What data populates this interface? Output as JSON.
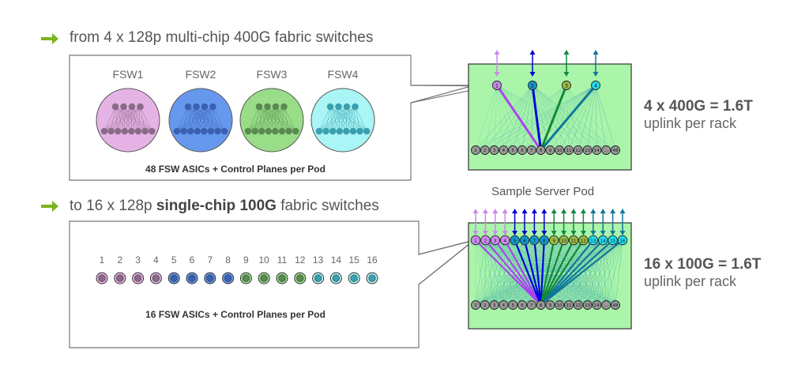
{
  "top": {
    "heading": "from 4 x 128p multi-chip 400G fabric switches",
    "fsw_labels": [
      "FSW1",
      "FSW2",
      "FSW3",
      "FSW4"
    ],
    "fsw_colors": [
      "#e6b3e6",
      "#6699ee",
      "#99dd88",
      "#aaf5f5"
    ],
    "fsw_inner_colors": [
      "#8a6a88",
      "#3b60b0",
      "#5a8a50",
      "#3aa0b0"
    ],
    "caption": "48 FSW ASICs + Control Planes per Pod",
    "uplink_eq": "4 x 400G = 1.6T",
    "uplink_sub": "uplink per rack",
    "pod": {
      "fabric_nodes": [
        "1",
        "2",
        "3",
        "4"
      ],
      "fabric_colors": [
        "#cc88ee",
        "#1199cc",
        "#99bb44",
        "#22ddee"
      ],
      "uplink_colors": [
        "#cc88ee",
        "#0000cc",
        "#118844",
        "#117799"
      ],
      "rack_nodes": [
        "1",
        "2",
        "3",
        "4",
        "5",
        "6",
        "7",
        "8",
        "9",
        "10",
        "11",
        "12",
        "13",
        "14",
        "...",
        "48"
      ]
    }
  },
  "bottom": {
    "heading_pre": "to 16 x 128p ",
    "heading_bold": "single-chip 100G",
    "heading_post": " fabric switches",
    "asic_labels": [
      "1",
      "2",
      "3",
      "4",
      "5",
      "6",
      "7",
      "8",
      "9",
      "10",
      "11",
      "12",
      "13",
      "14",
      "15",
      "16"
    ],
    "asic_group_colors": [
      "#e6b3e6",
      "#6699ee",
      "#99dd88",
      "#aaf5f5"
    ],
    "asic_inner_colors": [
      "#8a6a88",
      "#3b60b0",
      "#5a8a50",
      "#3aa0b0"
    ],
    "caption": "16 FSW ASICs + Control Planes per Pod",
    "pod_title": "Sample Server Pod",
    "uplink_eq": "16 x 100G = 1.6T",
    "uplink_sub": "uplink per rack",
    "pod": {
      "fabric_nodes": [
        "1",
        "2",
        "3",
        "4",
        "5",
        "6",
        "7",
        "8",
        "9",
        "10",
        "11",
        "12",
        "13",
        "14",
        "15",
        "16"
      ],
      "fabric_group_colors": [
        "#cc88ee",
        "#1199cc",
        "#99bb44",
        "#22ddee"
      ],
      "uplink_group_colors": [
        "#cc88ee",
        "#0000cc",
        "#118844",
        "#117799"
      ],
      "rack_nodes": [
        "1",
        "2",
        "3",
        "4",
        "5",
        "6",
        "7",
        "8",
        "9",
        "10",
        "11",
        "12",
        "13",
        "14",
        "...",
        "48"
      ]
    }
  },
  "colors": {
    "arrow": "#7ab51d",
    "pod_bg": "#aaf5aa",
    "rack_node": "#999999",
    "pink_link": "#aa44ee",
    "blue_link": "#0000dd",
    "green_link": "#118833",
    "teal_link": "#117799"
  }
}
